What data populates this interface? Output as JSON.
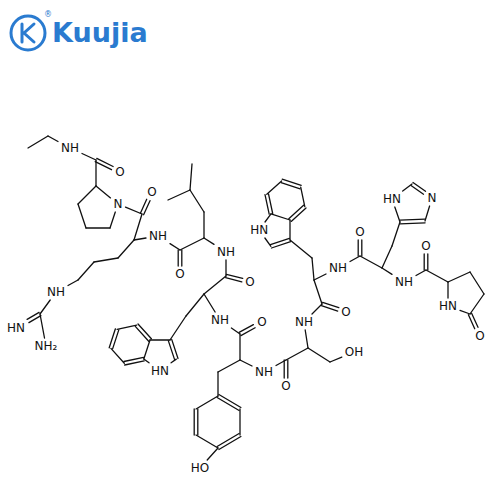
{
  "diagram": {
    "labels": [
      "Kuujia",
      "NH",
      "O",
      "N",
      "O",
      "NH",
      "HN",
      "NH₂",
      "NH",
      "O",
      "NH",
      "O",
      "HN",
      "NH",
      "O",
      "HO",
      "NH",
      "O",
      "OH",
      "NH",
      "O",
      "HN",
      "NH",
      "O",
      "HN",
      "N",
      "NH",
      "O",
      "HN",
      "O",
      "®"
    ]
  }
}
